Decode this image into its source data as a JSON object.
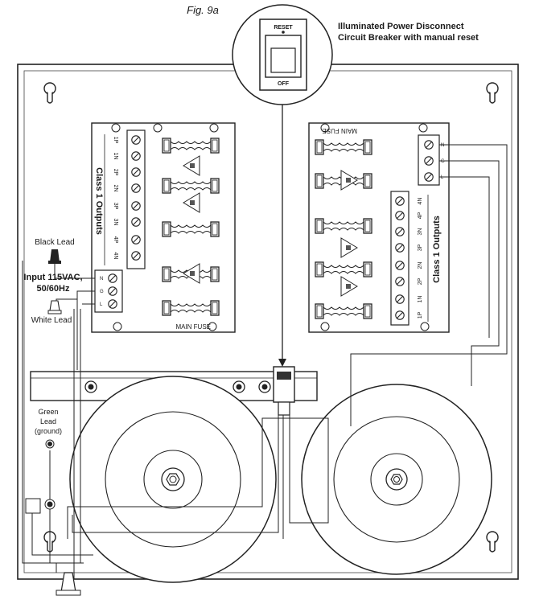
{
  "figure": {
    "caption": "Fig. 9a"
  },
  "breaker": {
    "title_line1": "Illuminated Power Disconnect",
    "title_line2": "Circuit Breaker with manual reset",
    "reset_label": "RESET",
    "off_label": "OFF"
  },
  "input": {
    "black_lead": "Black Lead",
    "white_lead": "White Lead",
    "voltage_line1": "Input 115VAC,",
    "voltage_line2": "50/60Hz",
    "green_lead_line1": "Green",
    "green_lead_line2": "Lead",
    "green_lead_line3": "(ground)"
  },
  "left_board": {
    "main_fuse": "MAIN FUSE",
    "class_label": "Class 1 Outputs",
    "outputs": [
      "1P",
      "1N",
      "2P",
      "2N",
      "3P",
      "3N",
      "4P",
      "4N"
    ],
    "input_terminals": [
      "N",
      "G",
      "L"
    ]
  },
  "right_board": {
    "main_fuse": "MAIN FUSE",
    "class_label": "Class 1 Outputs",
    "outputs": [
      "4N",
      "4P",
      "3N",
      "3P",
      "2N",
      "2P",
      "1N",
      "1P"
    ],
    "input_terminals": [
      "N",
      "G",
      "L"
    ]
  }
}
